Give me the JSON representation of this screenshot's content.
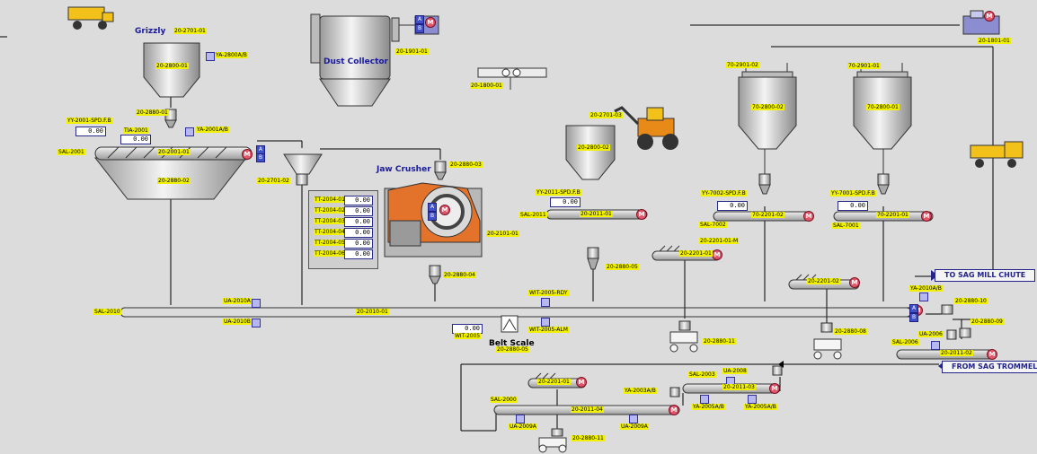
{
  "titles": {
    "grizzly": "Grizzly",
    "dust_collector": "Dust Collector",
    "jaw_crusher": "Jaw Crusher",
    "belt_scale": "Belt Scale"
  },
  "nav": {
    "to_sag": "TO SAG MILL CHUTE",
    "from_sag": "FROM SAG TROMMEL"
  },
  "motor_label": "M",
  "ab_labels": {
    "a": "A",
    "b": "B"
  },
  "tags": {
    "t_2701_01": "20-2701-01",
    "t_2800_01": "20-2800-01",
    "t_ya2800ab": "YA-2800A/B",
    "t_2880_01": "20-2880-01",
    "t_yy2001": "YY-2001-SPD.F.B",
    "t_tia2001": "TIA-2001",
    "t_ya2001ab": "YA-2001A/B",
    "t_sal2001": "SAL-2001",
    "t_2001_01": "20-2001-01",
    "t_2880_02": "20-2880-02",
    "t_2701_02": "20-2701-02",
    "t_1901_01": "20-1901-01",
    "t_1800_01": "20-1800-01",
    "t_2880_03": "20-2880-03",
    "t_2101_01": "20-2101-01",
    "t_2880_04": "20-2880-04",
    "t_ua2010a": "UA-2010A",
    "t_ua2010b": "UA-2010B",
    "t_sal2010": "SAL-2010",
    "t_2010_01": "20-2010-01",
    "t_wit2005rdy": "WIT-2005-RDY",
    "t_wit2005alm": "WIT-2005-ALM",
    "t_wit2005": "WIT-2005",
    "t_2880_05_belt": "20-2880-05",
    "t_2701_03": "20-2701-03",
    "t_2800_02": "20-2800-02",
    "t_yy2011": "YY-2011-SPD.F.B",
    "t_sal2011": "SAL-2011",
    "t_2011_01": "20-2011-01",
    "t_2880_05": "20-2880-05",
    "t_2201_01m": "20-2201-01-M",
    "t_2201_01": "20-2201-01",
    "t_2880_11": "20-2880-11",
    "t_7001_02": "70-2901-02",
    "t_7800_02": "70-2800-02",
    "t_yy7002": "YY-7002-SPD.F.B",
    "t_sal7002": "SAL-7002",
    "t_7201_02": "70-2201-02",
    "t_7001_01": "70-2901-01",
    "t_7800_01": "70-2800-01",
    "t_yy7001": "YY-7001-SPD.F.B",
    "t_7201_01": "70-2201-01",
    "t_sal7001": "SAL-7001",
    "t_1801_01": "20-1801-01",
    "t_2201_02": "20-2201-02",
    "t_ya2010ab": "YA-2010A/B",
    "t_2880_10": "20-2880-10",
    "t_2880_09": "20-2880-09",
    "t_2880_08": "20-2880-08",
    "t_ua2006": "UA-2006",
    "t_sal2006": "SAL-2006",
    "t_2011_02": "20-2011-02",
    "t_2201_01b": "20-2201-01",
    "t_sal2003": "SAL-2003",
    "t_ua2008": "UA-2008",
    "t_2011_03": "20-2011-03",
    "t_ya2003ab": "YA-2003A/B",
    "t_ya2005ab": "YA-2005A/B",
    "t_ya2005ab2": "YA-2005A/B",
    "t_sal2000": "SAL-2000",
    "t_2011_04": "20-2011-04",
    "t_ua2009a": "UA-2009A",
    "t_2880_11b": "20-2880-11",
    "t_ua2009b": "UA-2009A"
  },
  "values": {
    "yy2001": "0.00",
    "tia2001": "0.00",
    "yy2011": "0.00",
    "yy7002": "0.00",
    "yy7001": "0.00",
    "wit2005": "0.00"
  },
  "tt_table": [
    {
      "label": "TT-2004-01",
      "value": "0.00"
    },
    {
      "label": "TT-2004-02",
      "value": "0.00"
    },
    {
      "label": "TT-2004-03",
      "value": "0.00"
    },
    {
      "label": "TT-2004-04",
      "value": "0.00"
    },
    {
      "label": "TT-2004-05",
      "value": "0.00"
    },
    {
      "label": "TT-2004-06",
      "value": "0.00"
    }
  ],
  "colors": {
    "background": "#dcdcdc",
    "tag_bg": "#f0f000",
    "title": "#1a1a9c",
    "motor": "#e0566a",
    "equipment": "#a9a9a9"
  },
  "icons": [
    "haul-truck-icon",
    "loader-icon",
    "motor-icon",
    "fan-icon",
    "drive-unit-icon"
  ]
}
